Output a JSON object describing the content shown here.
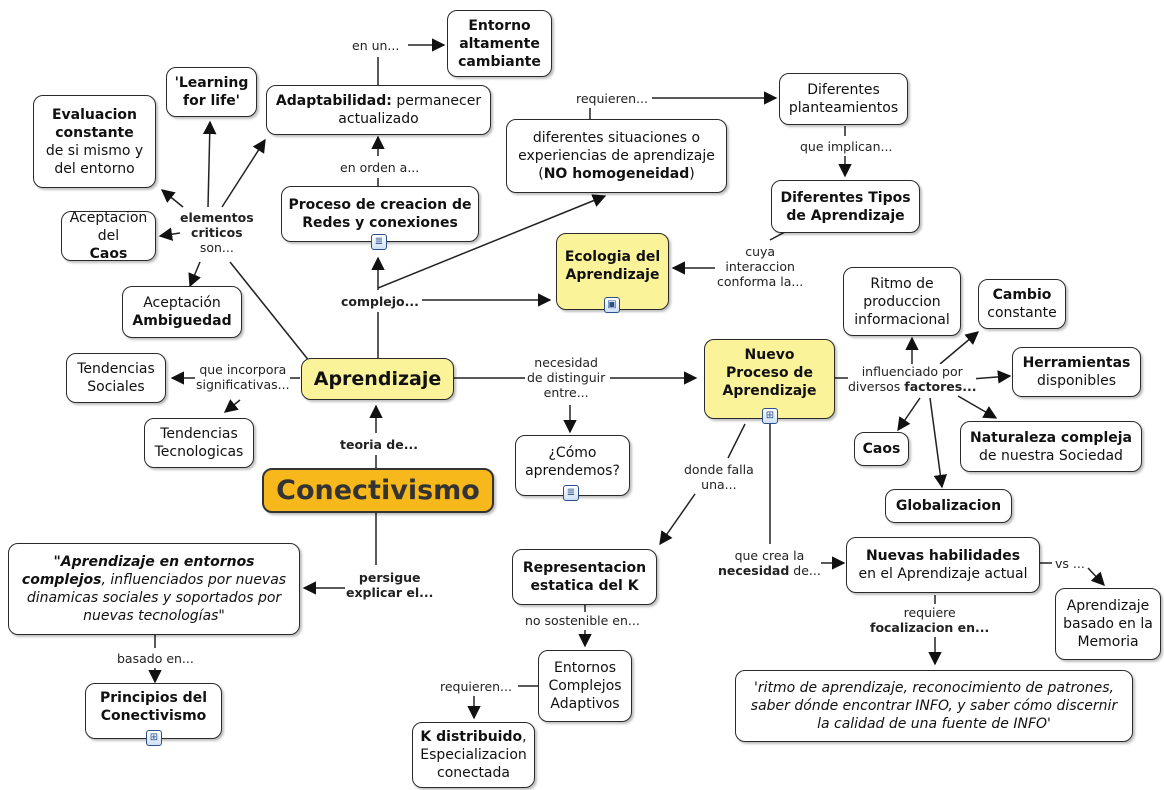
{
  "colors": {
    "concept_fill": "#fbf39a",
    "main_fill": "#f7b81c",
    "border": "#2a2a2a",
    "arrow": "#111111"
  },
  "nodes": {
    "conectivismo": "Conectivismo",
    "aprendizaje": "Aprendizaje",
    "ecologia": "Ecologia del Aprendizaje",
    "nuevo_proceso": "Nuevo Proceso de Aprendizaje",
    "entorno_cambiante": "Entorno altamente cambiante",
    "learning_life": "'Learning for life'",
    "adaptabilidad_bold": "Adaptabilidad:",
    "adaptabilidad_rest": "permanecer actualizado",
    "evaluacion_bold": "Evaluacion constante",
    "evaluacion_rest": "de si mismo y del entorno",
    "aceptacion_caos_pre": "Aceptacion del",
    "aceptacion_caos_bold": "Caos",
    "proceso_redes": "Proceso de creacion de Redes y conexiones",
    "aceptacion_amb_pre": "Aceptación",
    "aceptacion_amb_bold": "Ambiguedad",
    "tend_sociales": "Tendencias Sociales",
    "tend_tecno": "Tendencias Tecnologicas",
    "diferentes_sit_1": "diferentes situaciones o experiencias de aprendizaje (",
    "diferentes_sit_bold": "NO homogeneidad",
    "diferentes_sit_2": ")",
    "diferentes_plant": "Diferentes planteamientos",
    "diferentes_tipos": "Diferentes Tipos de Aprendizaje",
    "ritmo": "Ritmo de produccion informacional",
    "cambio_bold": "Cambio",
    "cambio_rest": "constante",
    "herramientas_bold": "Herramientas",
    "herramientas_rest": "disponibles",
    "caos": "Caos",
    "naturaleza_bold": "Naturaleza compleja",
    "naturaleza_rest": "de nuestra Sociedad",
    "globalizacion": "Globalizacion",
    "como_aprendemos": "¿Cómo aprendemos?",
    "representacion": "Representacion estatica del K",
    "nuevas_hab_bold": "Nuevas habilidades",
    "nuevas_hab_rest": "en el Aprendizaje actual",
    "memoria": "Aprendizaje basado en la Memoria",
    "cita_1_bold": "\"Aprendizaje en entornos complejos",
    "cita_1_rest": ", influenciados por nuevas dinamicas sociales y soportados por nuevas tecnologías\"",
    "principios": "Principios del Conectivismo",
    "entornos_complejos": "Entornos Complejos Adaptivos",
    "k_dist_bold": "K distribuido",
    "k_dist_rest": ", Especializacion conectada",
    "cita_2": "'ritmo de aprendizaje, reconocimiento de patrones, saber dónde encontrar INFO, y saber cómo discernir la calidad de una fuente  de INFO'"
  },
  "labels": {
    "en_un": "en un...",
    "en_orden": "en orden a...",
    "elementos_1": "elementos",
    "elementos_2": "criticos",
    "elementos_3": "son...",
    "requieren_1": "requieren...",
    "que_implican": "que implican...",
    "cuya_1": "cuya",
    "cuya_2": "interaccion",
    "cuya_3": "conforma la...",
    "complejo": "complejo...",
    "que_incorpora_1": "que incorpora",
    "que_incorpora_2": "significativas...",
    "teoria": "teoria de...",
    "necesidad_1": "necesidad",
    "necesidad_2": "de distinguir",
    "necesidad_3": "entre...",
    "influenciado_1": "influenciado por",
    "influenciado_2a": "diversos",
    "influenciado_2b": "factores...",
    "donde_1": "donde falla",
    "donde_2": "una...",
    "persigue_1": "persigue",
    "persigue_2": "explicar el...",
    "que_crea_1": "que crea la",
    "que_crea_2a": "necesidad",
    "que_crea_2b": " de...",
    "vs": "vs ...",
    "requiere_1": "requiere",
    "requiere_2": "focalizacion en...",
    "no_sostenible": "no sostenible en...",
    "basado": "basado en...",
    "requieren_2": "requieren..."
  }
}
